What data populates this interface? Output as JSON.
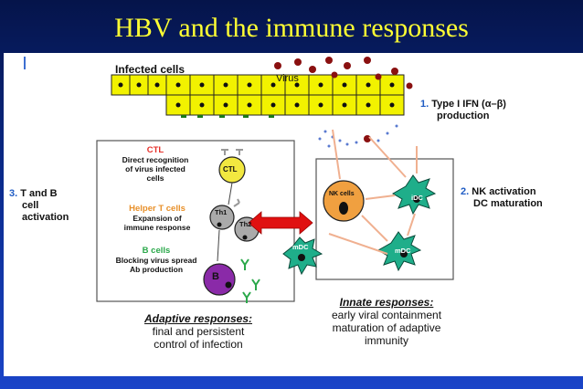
{
  "title": "HBV and the immune responses",
  "diagram": {
    "infected_cells": "Infected cells",
    "virus": "Virus",
    "ifn": {
      "num": "1.",
      "line1": "Type I IFN (α–β)",
      "line2": "production"
    },
    "nk": {
      "num": "2.",
      "line1": "NK activation",
      "line2": "DC maturation"
    },
    "tb": {
      "num": "3.",
      "line1": "T and B",
      "line2": "cell",
      "line3": "activation"
    },
    "ctl": {
      "head": "CTL",
      "l1": "Direct recognition",
      "l2": "of virus infected",
      "l3": "cells",
      "cell": "CTL"
    },
    "helper": {
      "head": "Helper T cells",
      "l1": "Expansion of",
      "l2": "immune response",
      "th1": "Th1",
      "th2": "Th2"
    },
    "bcells": {
      "head": "B cells",
      "l1": "Blocking virus spread",
      "l2": "Ab production",
      "cell": "B"
    },
    "mdc": "mDC",
    "nkcells": "NK cells",
    "idc": "iDC",
    "adaptive": {
      "head": "Adaptive responses:",
      "l1": "final and persistent",
      "l2": "control of infection"
    },
    "innate": {
      "head": "Innate responses:",
      "l1": "early viral containment",
      "l2": "maturation of adaptive",
      "l3": "immunity"
    }
  },
  "colors": {
    "title": "#ffff33",
    "infected_cell": "#f2f200",
    "nk": "#f0a040",
    "dc": "#1fae8a",
    "arrow": "#e01010"
  }
}
